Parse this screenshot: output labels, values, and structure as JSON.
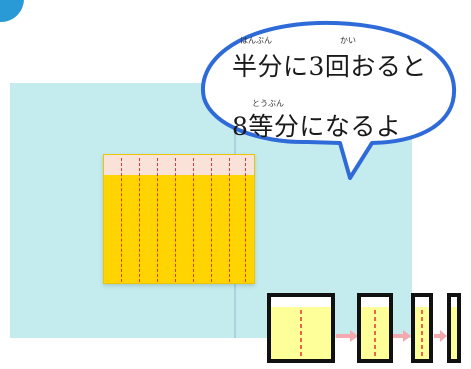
{
  "colors": {
    "accent_circle": "#2a9ad6",
    "background": "#c4ecef",
    "paper": "#ffd400",
    "fold_line": "#e3342f",
    "bubble_outline": "#2f6bd8",
    "arrow": "#f3a9ad",
    "diagram_fill": "#ffff9a"
  },
  "bubble": {
    "line1_text": "半分に3回おると",
    "line2_text": "8等分になるよ",
    "ruby_hanbun": "はんぶん",
    "ruby_kai": "かい",
    "ruby_toubun": "とうぶん"
  },
  "paper": {
    "fold_count": 3,
    "sections": 8
  },
  "diagram": {
    "steps": 4
  }
}
